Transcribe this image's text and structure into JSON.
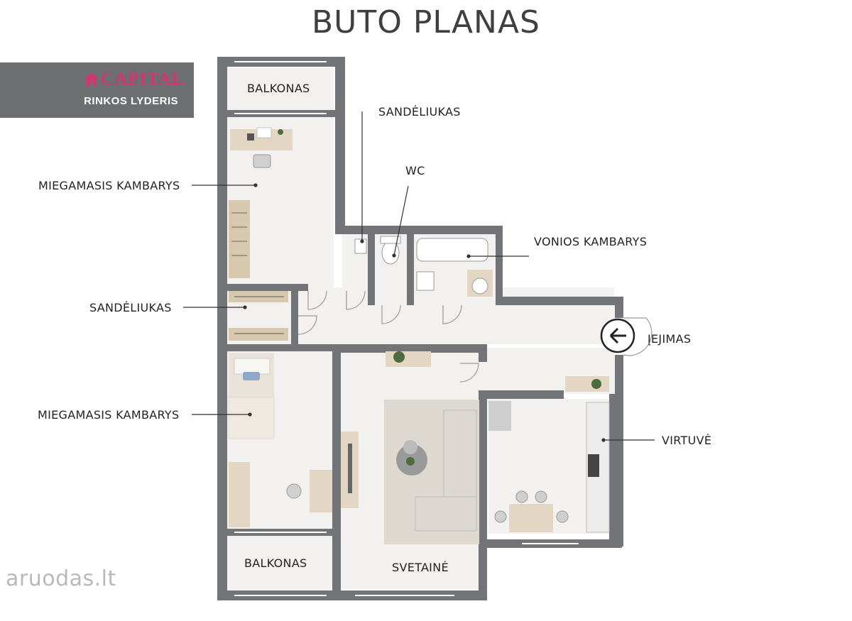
{
  "title": "BUTO PLANAS",
  "brand": {
    "name": "CAPITAL",
    "tagline": "RINKOS LYDERIS",
    "color": "#d6356b",
    "box_color": "#6d6e70"
  },
  "rooms": {
    "balcony_top": "BALKONAS",
    "storage_top": "SANDĖLIUKAS",
    "bedroom_top": "MIEGAMASIS KAMBARYS",
    "wc": "WC",
    "bathroom": "VONIOS KAMBARYS",
    "storage_mid": "SANDĖLIUKAS",
    "entrance": "ĮEJIMAS",
    "bedroom_bottom": "MIEGAMASIS KAMBARYS",
    "kitchen": "VIRTUVĖ",
    "balcony_bottom": "BALKONAS",
    "living_room": "SVETAINĖ"
  },
  "watermark": "aruodas.lt",
  "colors": {
    "wall": "#737477",
    "floor": "#f2f1ef",
    "accent": "#d6356b"
  },
  "icons": [
    "entrance-arrow-icon",
    "house-logo-icon",
    "plant-icon",
    "bathtub-icon",
    "toilet-icon",
    "sink-icon",
    "bed-icon",
    "sofa-icon"
  ]
}
